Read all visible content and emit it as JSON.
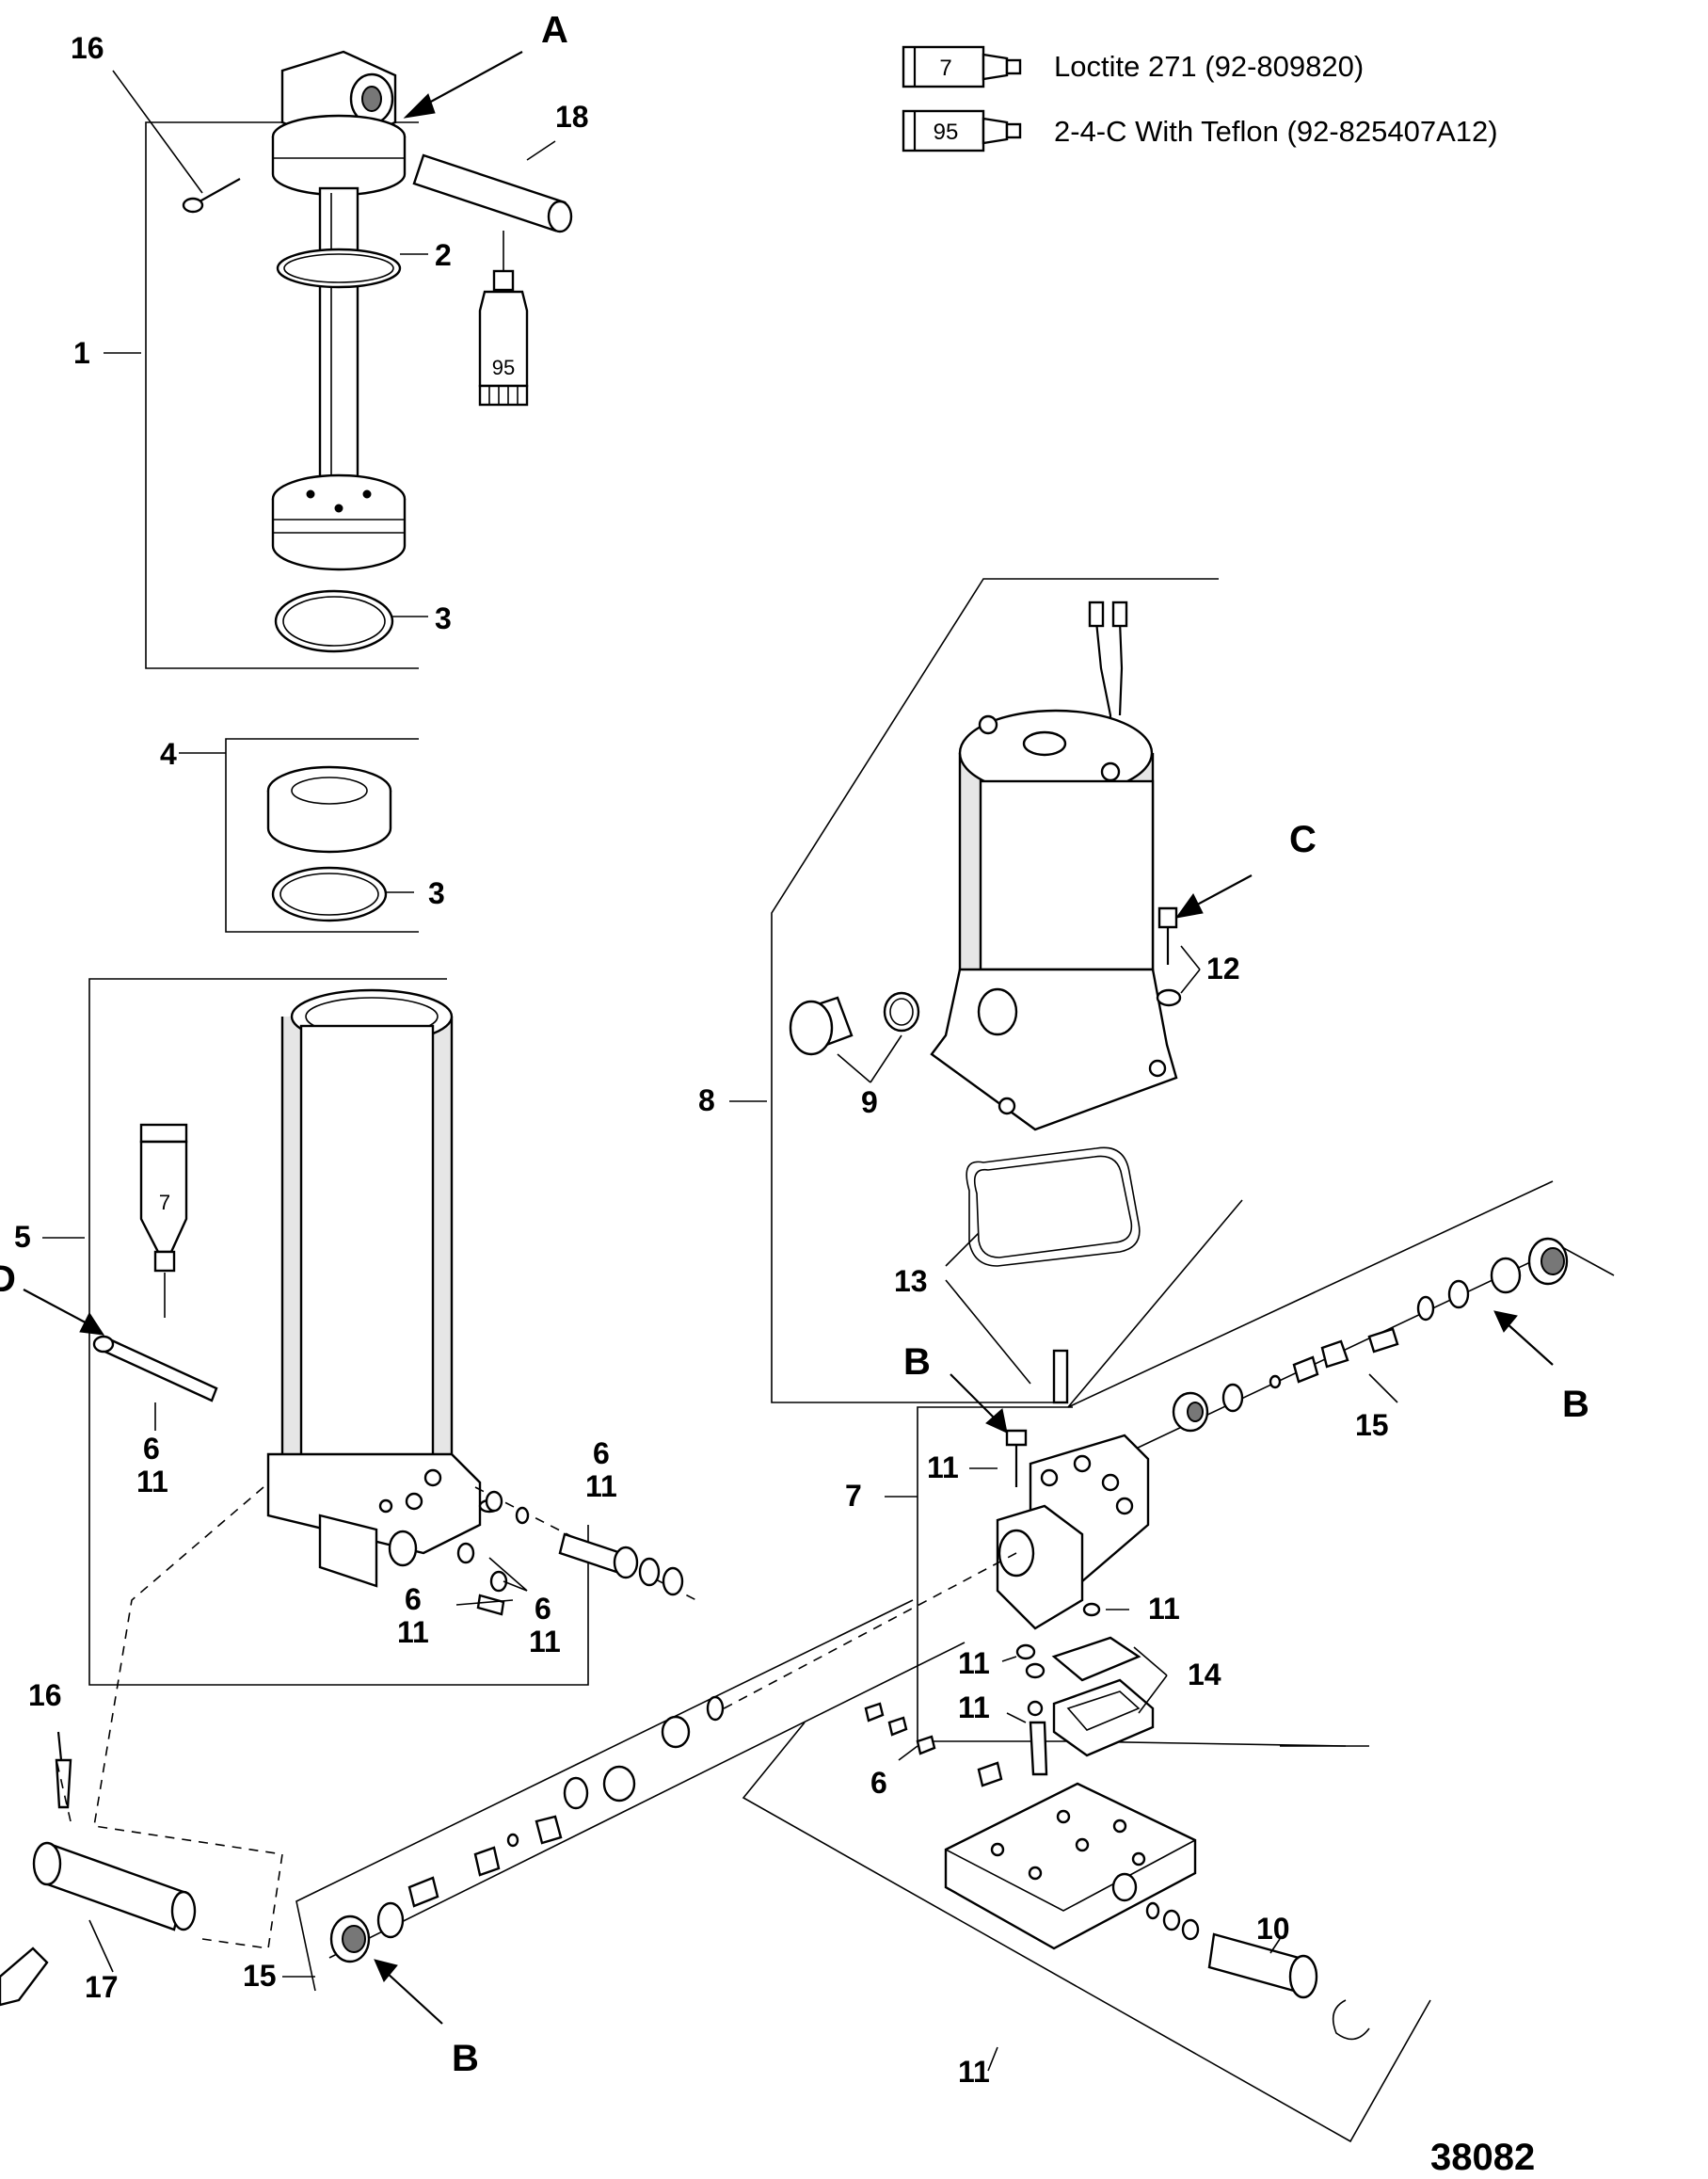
{
  "legend": {
    "items": [
      {
        "code": "7",
        "text": "Loctite 271 (92-809820)"
      },
      {
        "code": "95",
        "text": "2-4-C  With Teflon (92-825407A12)"
      }
    ]
  },
  "callouts": {
    "A": "A",
    "B": "B",
    "C": "C",
    "D": "D",
    "n1": "1",
    "n2": "2",
    "n3": "3",
    "n4": "4",
    "n5": "5",
    "n6": "6",
    "n7": "7",
    "n8": "8",
    "n9": "9",
    "n10": "10",
    "n11": "11",
    "n12": "12",
    "n13": "13",
    "n14": "14",
    "n15": "15",
    "n16": "16",
    "n17": "17",
    "n18": "18"
  },
  "tube_labels": {
    "t95": "95",
    "t7": "7"
  },
  "figure_number": "38082"
}
